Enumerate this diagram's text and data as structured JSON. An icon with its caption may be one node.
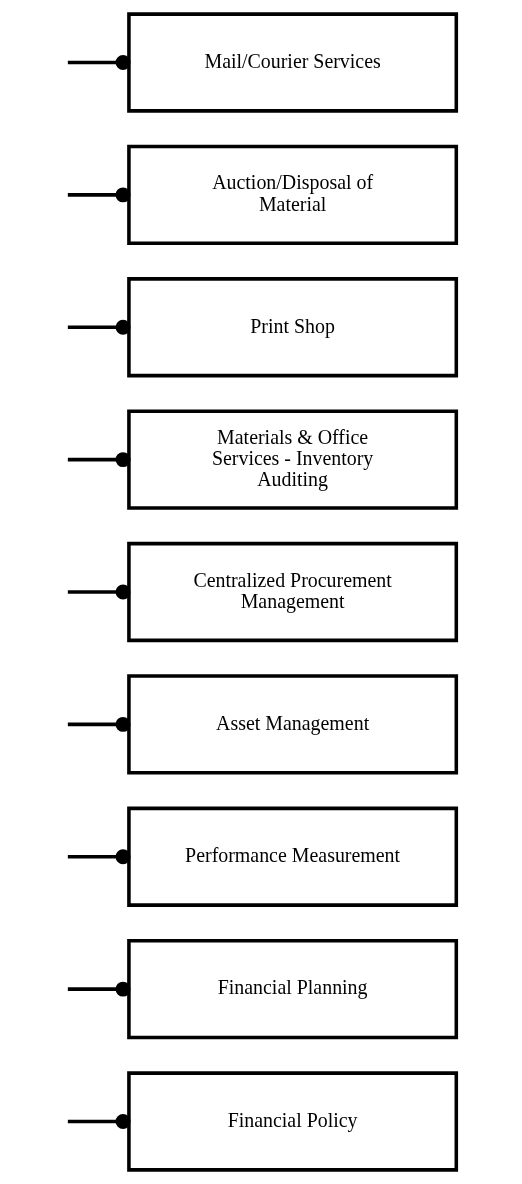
{
  "diagram": {
    "nodes": [
      {
        "text": [
          "Financial Policy"
        ]
      },
      {
        "text": [
          "Financial Planning"
        ]
      },
      {
        "text": [
          "Performance Measurement"
        ]
      },
      {
        "text": [
          "Asset Management"
        ]
      },
      {
        "text": [
          "Centralized Procurement Management"
        ]
      },
      {
        "text": [
          "Materials & Office Services - Inventory Auditing"
        ]
      },
      {
        "text": [
          "Print Shop"
        ]
      },
      {
        "text": [
          "Auction/Disposal of Material"
        ]
      },
      {
        "text": [
          "Mail/Courier Services"
        ]
      }
    ],
    "edges": [
      {
        "from": null,
        "to": 0,
        "arrow": "other"
      },
      {
        "from": null,
        "to": 1,
        "arrow": "other"
      },
      {
        "from": null,
        "to": 2,
        "arrow": "other"
      },
      {
        "from": null,
        "to": 3,
        "arrow": "other"
      },
      {
        "from": null,
        "to": 4,
        "arrow": "other"
      },
      {
        "from": null,
        "to": 5,
        "arrow": "other"
      },
      {
        "from": null,
        "to": 6,
        "arrow": "other"
      },
      {
        "from": null,
        "to": 7,
        "arrow": "other"
      },
      {
        "from": null,
        "to": 8,
        "arrow": "other"
      }
    ]
  }
}
